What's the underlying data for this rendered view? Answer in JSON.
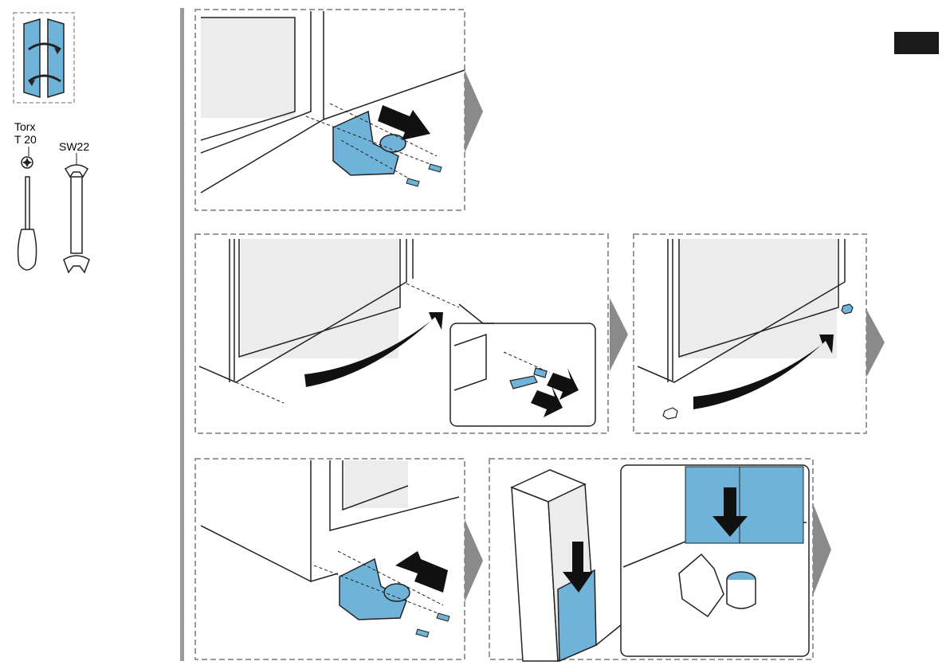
{
  "tools": {
    "torx_label_line1": "Torx",
    "torx_label_line2": "T 20",
    "wrench_label": "SW22"
  },
  "colors": {
    "part_blue": "#6fb3d8",
    "arrow_grey": "#8a8a8a",
    "frame_dash": "#9a9a9a",
    "section_tab": "#1a1a1a"
  },
  "icons": [
    "door-hinge-swap-icon",
    "torx-screwdriver-icon",
    "open-end-wrench-icon",
    "next-step-arrow-icon"
  ]
}
